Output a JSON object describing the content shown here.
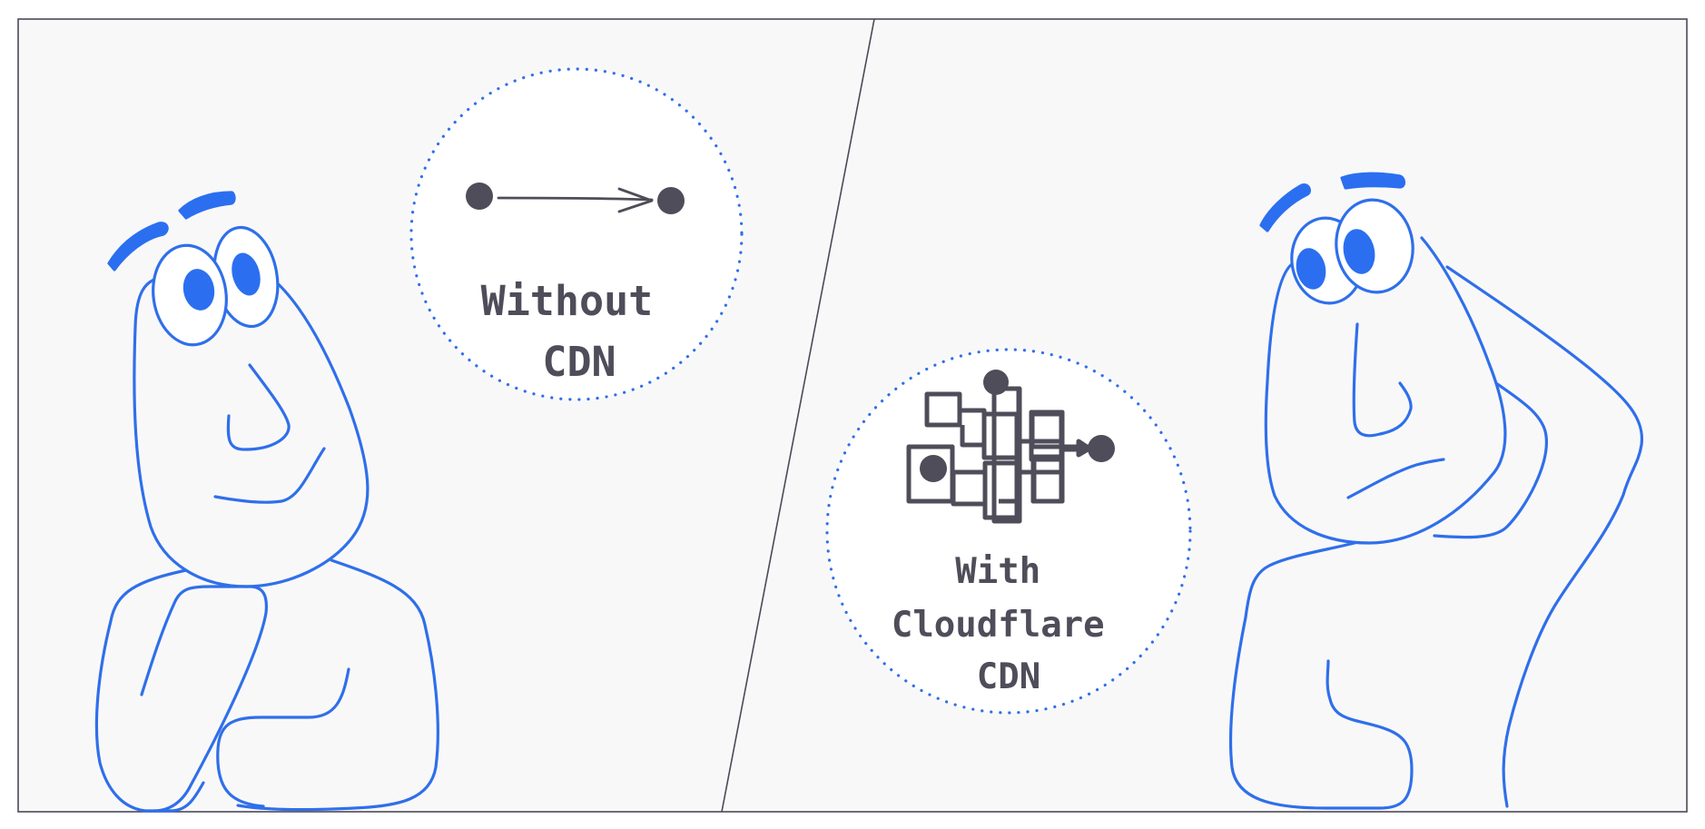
{
  "colors": {
    "panel": "#f9f8f9",
    "frame": "#4b4a57",
    "figure_stroke": "#2f6fea",
    "figure_fill": "#ffffff",
    "accent": "#2b6ff0",
    "ink": "#4f4d59"
  },
  "panels": {
    "left": {
      "label_lines": [
        "Without",
        "CDN"
      ],
      "route": "direct-arrow"
    },
    "right": {
      "label_lines": [
        "With",
        "Cloudflare",
        "CDN"
      ],
      "route": "tangled-maze-arrow"
    }
  },
  "icons": {
    "left_figure": "thinking-person-icon",
    "right_figure": "puzzled-person-icon",
    "left_route": "direct-route-icon",
    "right_route": "maze-route-icon"
  }
}
